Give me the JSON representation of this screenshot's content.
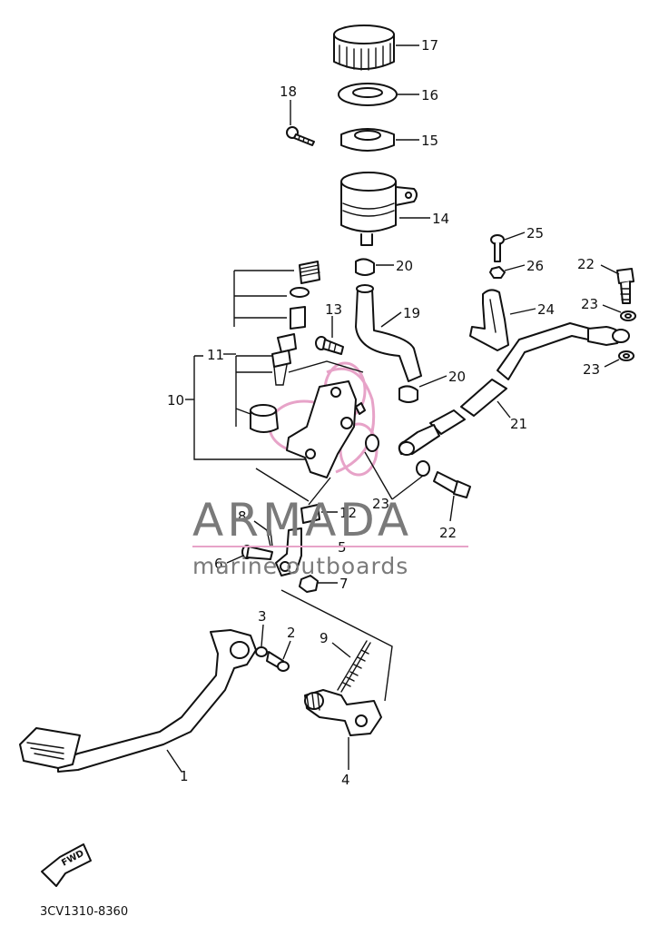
{
  "diagram_code": "3CV1310-8360",
  "fwd_label": "FWD",
  "watermark": {
    "title": "ARMADA",
    "subtitle": "marine outboards",
    "accent_color": "#e7a3c8",
    "text_color": "#7a7a7a"
  },
  "callouts": {
    "c1": "1",
    "c2": "2",
    "c3": "3",
    "c4": "4",
    "c5": "5",
    "c6": "6",
    "c7": "7",
    "c8": "8",
    "c9": "9",
    "c10": "10",
    "c11": "11",
    "c12": "12",
    "c13": "13",
    "c14": "14",
    "c15": "15",
    "c16": "16",
    "c17": "17",
    "c18": "18",
    "c19": "19",
    "c20a": "20",
    "c20b": "20",
    "c21": "21",
    "c22a": "22",
    "c22b": "22",
    "c23a": "23",
    "c23b": "23",
    "c23c": "23",
    "c24": "24",
    "c25": "25",
    "c26": "26"
  }
}
